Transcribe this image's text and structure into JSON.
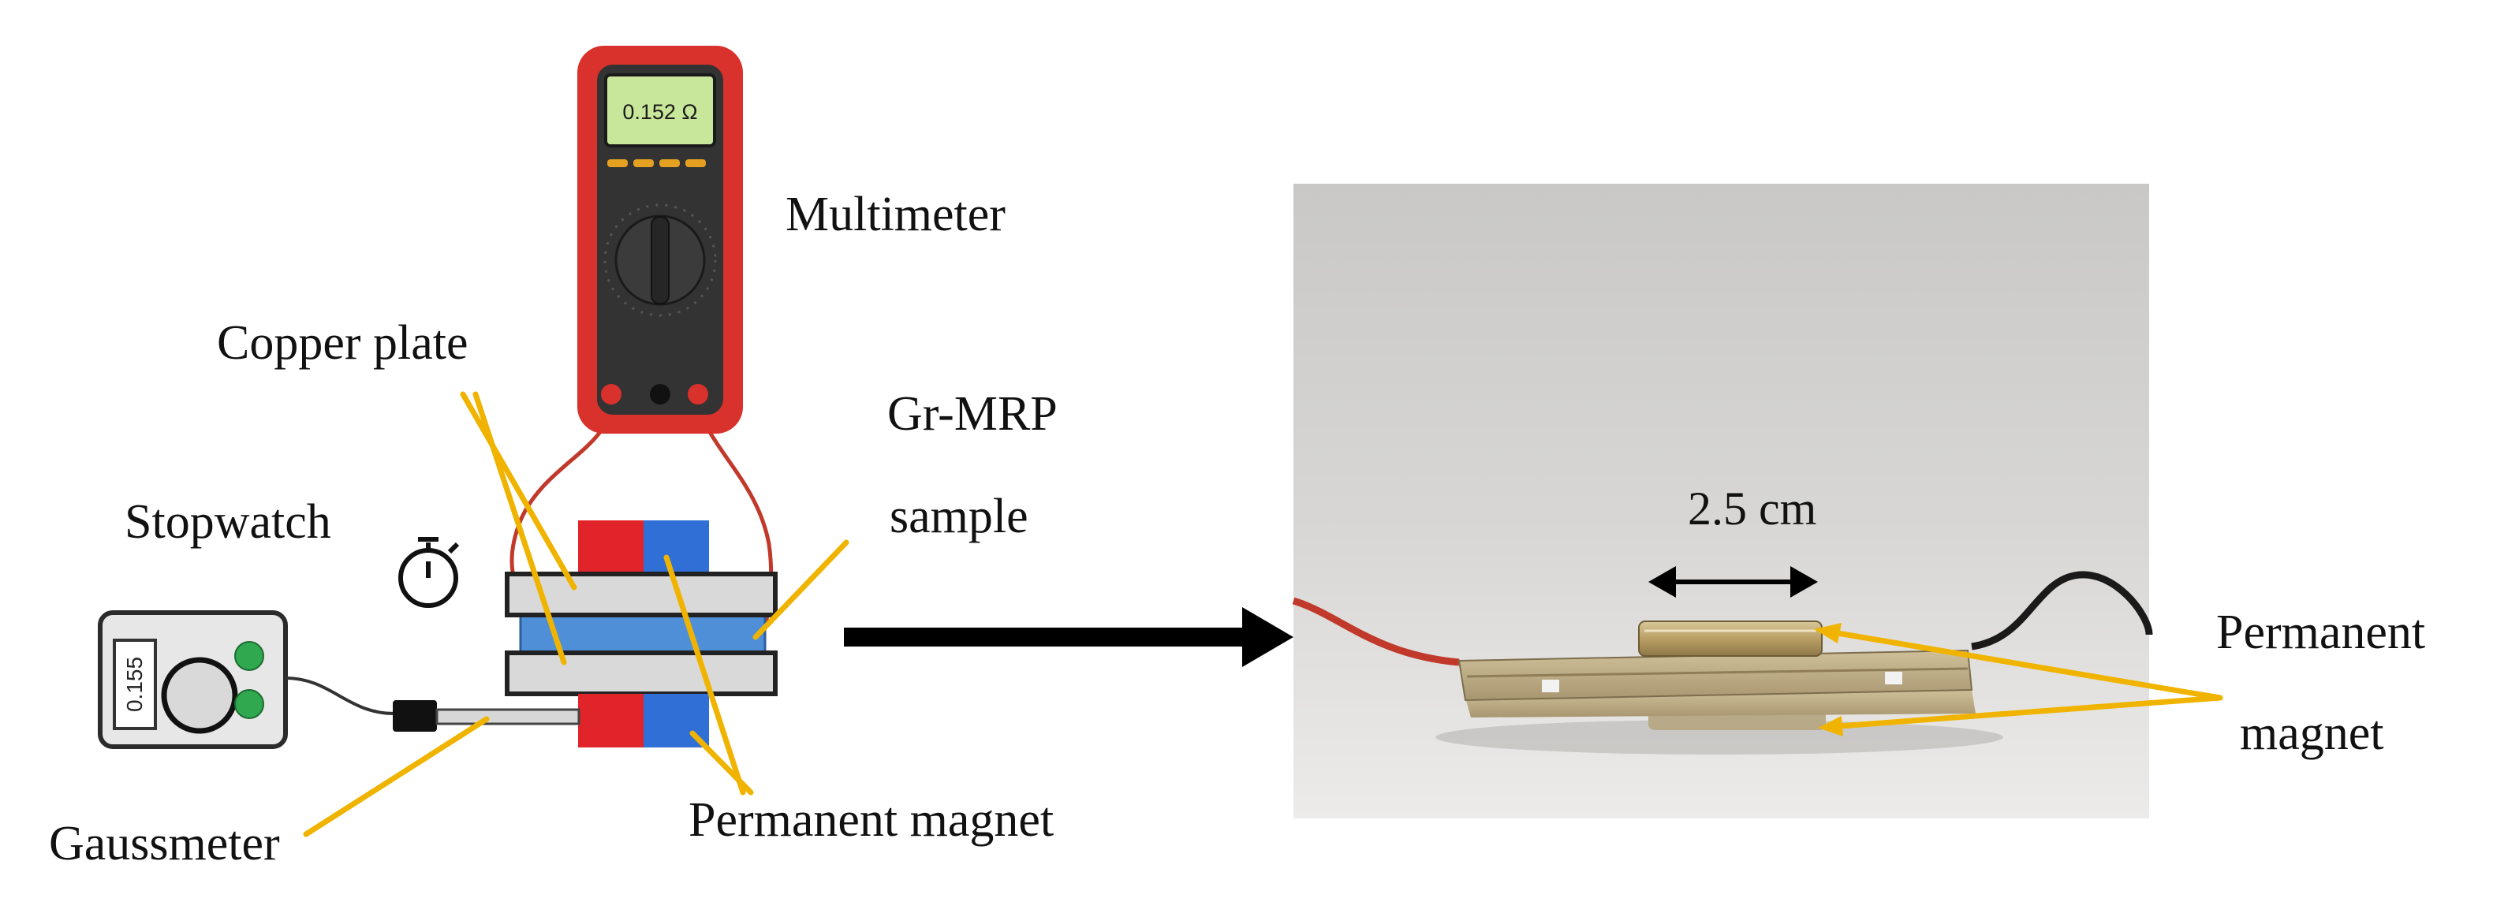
{
  "labels": {
    "multimeter": "Multimeter",
    "copper_plate": "Copper plate",
    "gr_mrp_line1": "Gr-MRP",
    "gr_mrp_line2": "sample",
    "stopwatch": "Stopwatch",
    "gaussmeter": "Gaussmeter",
    "permanent_magnet_left": "Permanent magnet",
    "dimension": "2.5 cm",
    "permanent_magnet_right_line1": "Permanent",
    "permanent_magnet_right_line2": "magnet"
  },
  "multimeter": {
    "reading": "0.152 Ω"
  },
  "gaussmeter": {
    "reading": "0.155"
  },
  "colors": {
    "annotation_arrow": "#f0b400",
    "multimeter_body": "#d9312b",
    "multimeter_dark": "#333333",
    "lcd": "#c9e79a",
    "magnet_red": "#e0242a",
    "magnet_blue": "#2f6fd6",
    "sample_blue": "#4f8fd8",
    "plate_gray": "#d9d9d9",
    "probe_wire": "#c0392b",
    "photo_background": "#d3d2d0"
  }
}
